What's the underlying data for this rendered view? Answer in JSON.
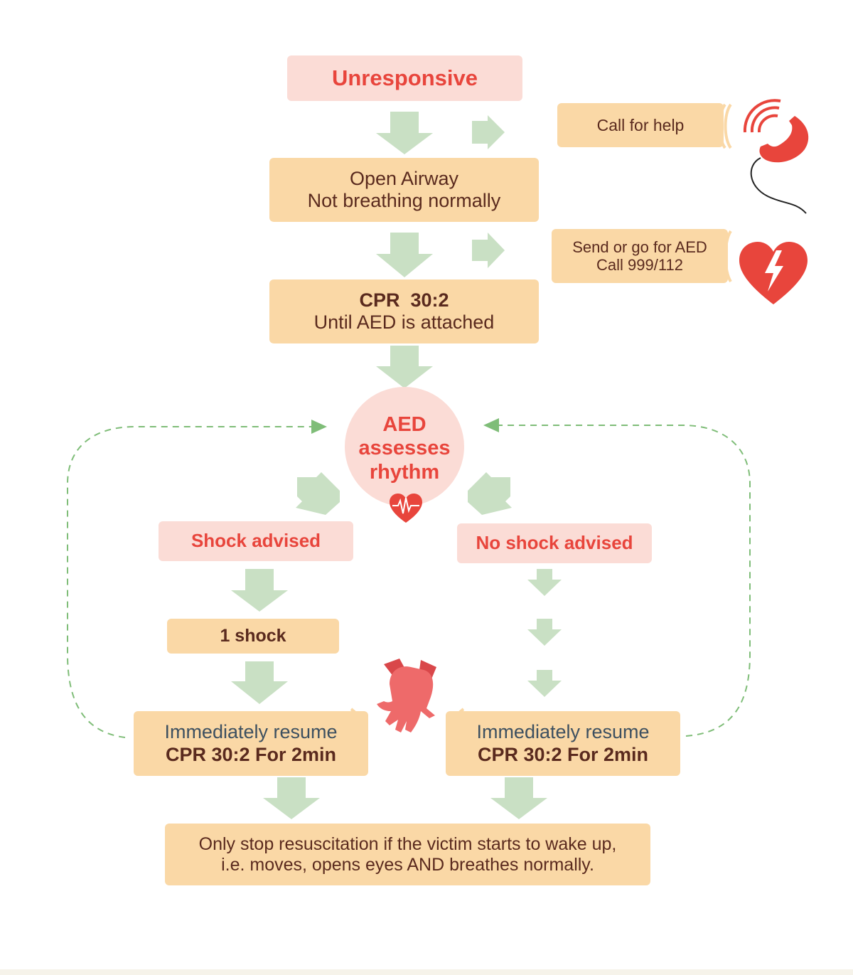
{
  "nodes": {
    "unresponsive": "Unresponsive",
    "call_for_help": "Call for help",
    "open_airway": {
      "line1": "Open Airway",
      "line2": "Not breathing normally"
    },
    "send_aed": {
      "line1": "Send or go for AED",
      "line2": "Call 999/112"
    },
    "cpr": {
      "line1": "CPR  30:2",
      "line2": "Until AED is attached"
    },
    "aed": {
      "line1": "AED",
      "line2": "assesses",
      "line3": "rhythm"
    },
    "shock_advised": "Shock advised",
    "no_shock_advised": "No shock advised",
    "one_shock": "1 shock",
    "resume_left": {
      "line1": "Immediately resume",
      "line2": "CPR 30:2 For 2min"
    },
    "resume_right": {
      "line1": "Immediately resume",
      "line2": "CPR 30:2 For 2min"
    },
    "stop": {
      "line1": "Only stop resuscitation if the victim starts to wake up,",
      "line2": "i.e. moves, opens eyes AND breathes normally."
    }
  },
  "icons": [
    "phone-icon",
    "heart-bolt-icon",
    "heart-rhythm-icon",
    "hands-cpr-icon"
  ],
  "colors": {
    "arrow_green": "#c9e0c4",
    "dashed_green": "#7fbd78",
    "box_orange": "#fad8a6",
    "box_pink": "#fbdcd6",
    "accent_red": "#e8453c",
    "text_brown": "#5a2a1e"
  }
}
